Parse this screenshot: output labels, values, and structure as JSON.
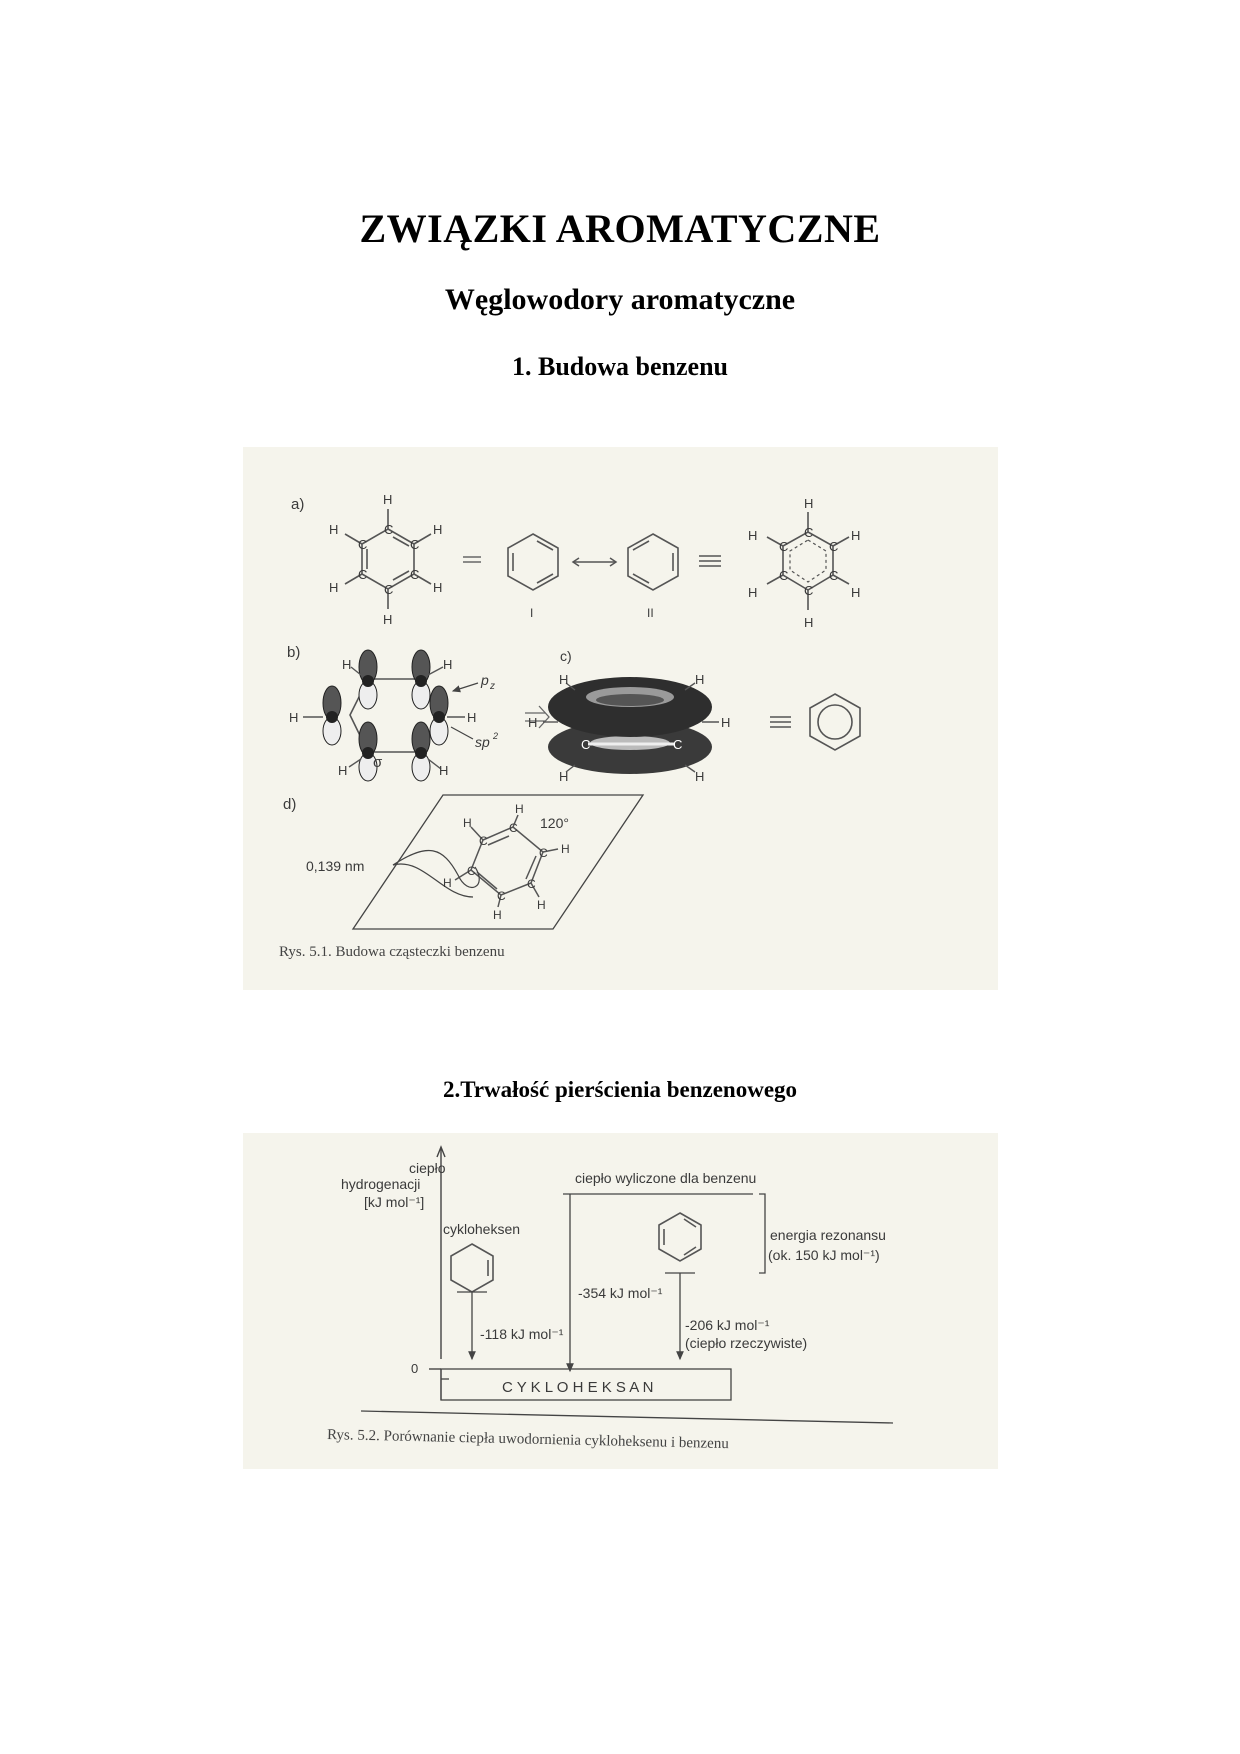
{
  "title": "ZWIĄZKI AROMATYCZNE",
  "subtitle": "Węglowodory aromatyczne",
  "section1": "1.  Budowa benzenu",
  "section2": "2.Trwałość pierścienia benzenowego",
  "figure1": {
    "panel_a": "a)",
    "panel_b": "b)",
    "panel_c": "c)",
    "panel_d": "d)",
    "atom_c": "C",
    "atom_h": "H",
    "structure_i": "I",
    "structure_ii": "II",
    "orbital_pz": "p",
    "orbital_pz_sub": "z",
    "orbital_sp": "sp",
    "orbital_sp_sup": "2",
    "sigma": "σ",
    "bond_length": "0,139 nm",
    "angle": "120°",
    "caption": "Rys. 5.1. Budowa cząsteczki benzenu"
  },
  "figure2": {
    "axis_label_line1": "ciepło",
    "axis_label_line2": "hydrogenacji",
    "axis_label_line3": "[kJ mol⁻¹]",
    "zero": "0",
    "calc_label": "ciepło wyliczone dla benzenu",
    "resonance_line1": "energia rezonansu",
    "resonance_line2": "(ok. 150 kJ mol⁻¹)",
    "cyclohexene": "cykloheksen",
    "value_cyclohexene": "-118 kJ mol⁻¹",
    "value_calc": "-354 kJ mol⁻¹",
    "value_real_line1": "-206 kJ mol⁻¹",
    "value_real_line2": "(ciepło rzeczywiste)",
    "cyclohexane": "C Y K L O H E K S A N",
    "caption": "Rys. 5.2. Porównanie ciepła uwodornienia cykloheksenu i benzenu"
  }
}
